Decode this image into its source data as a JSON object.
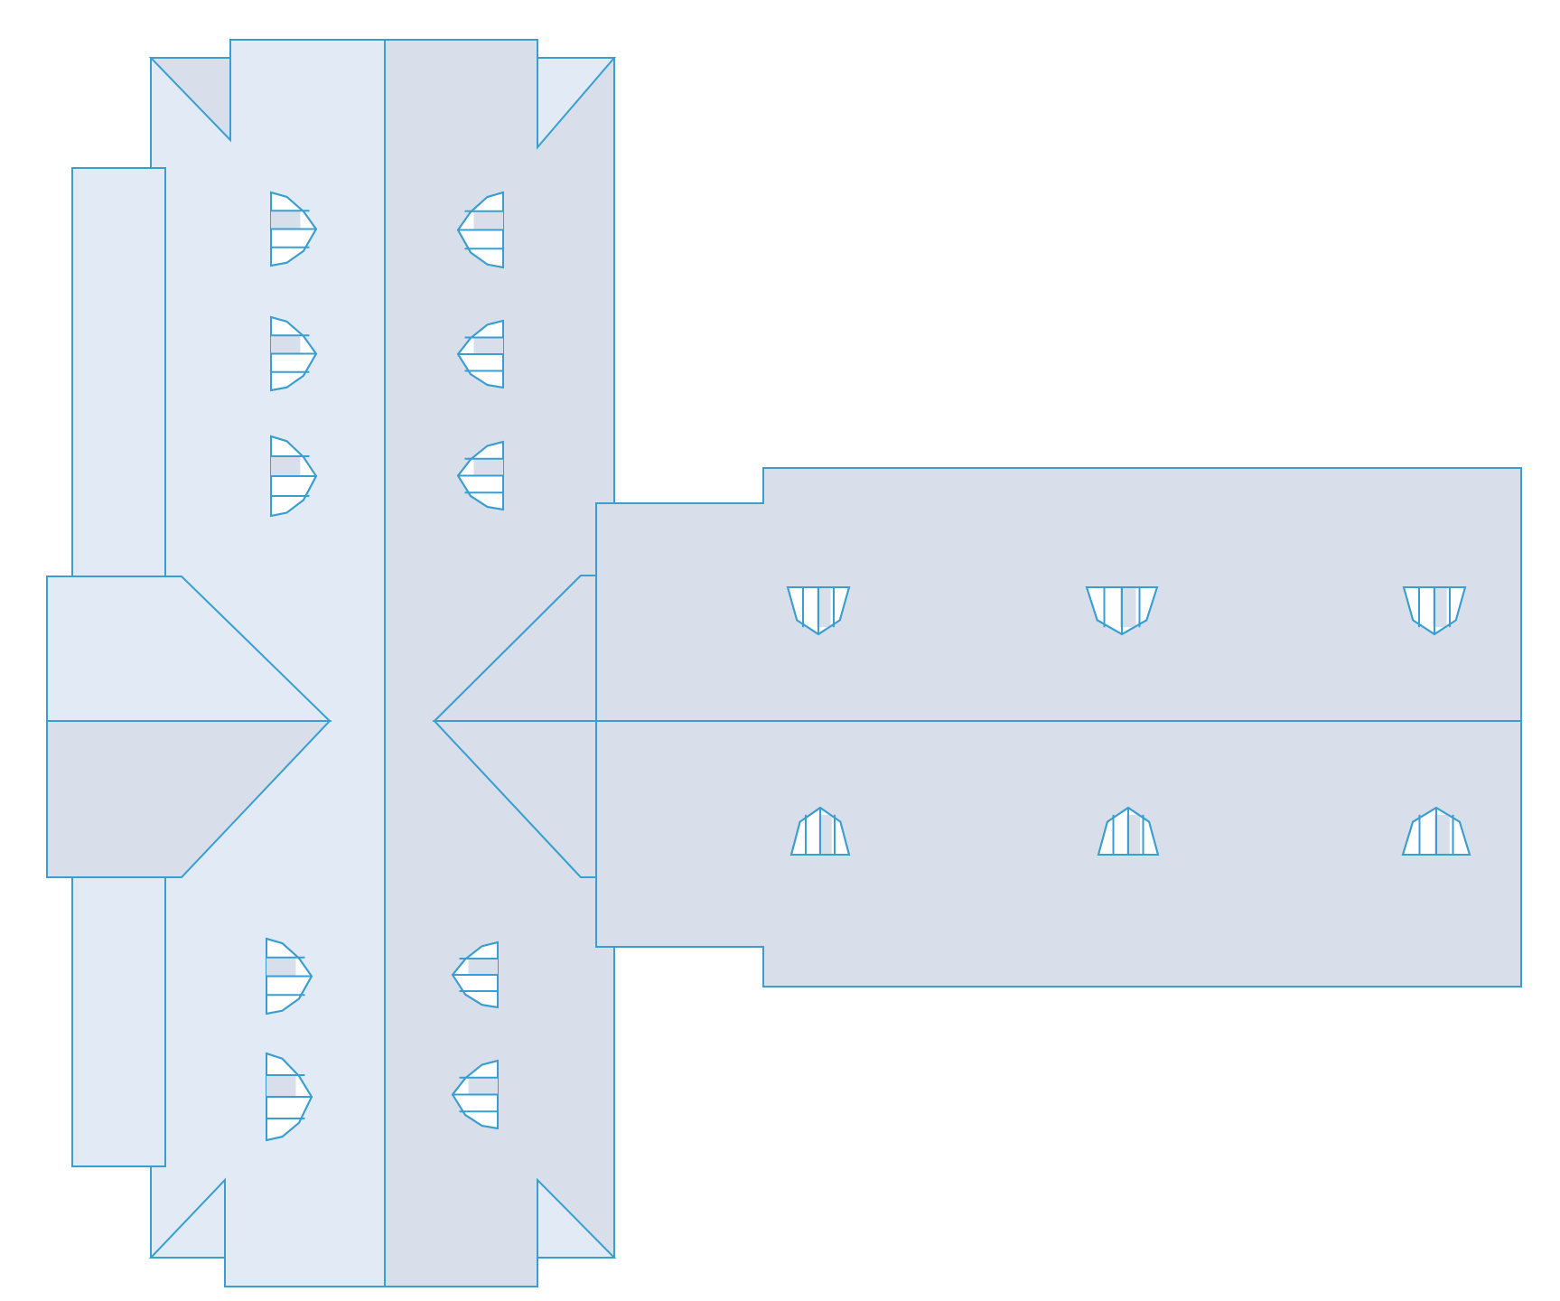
{
  "diagram": {
    "subject": "roof-plan",
    "colors": {
      "stroke": "#3a9fd0",
      "roof_light": "#e1eaf5",
      "roof_shade": "#d8dfeb",
      "background": "#ffffff"
    },
    "main_wing": {
      "dormers_west": 5,
      "dormers_east": 5
    },
    "east_wing": {
      "dormers_north": 3,
      "dormers_south": 3
    }
  }
}
